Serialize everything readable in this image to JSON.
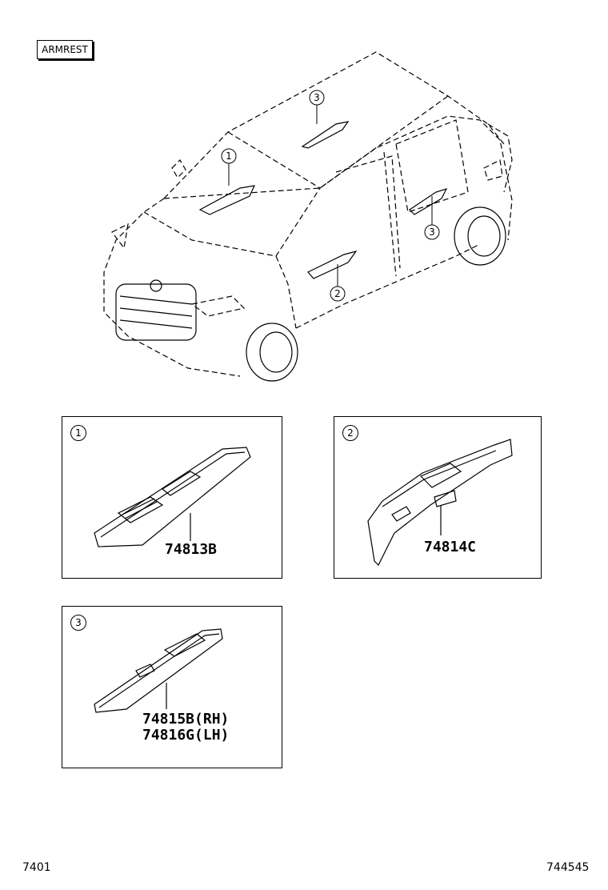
{
  "header": {
    "section_label": "ARMREST"
  },
  "callouts": {
    "c1": "1",
    "c2": "2",
    "c3a": "3",
    "c3b": "3"
  },
  "panels": [
    {
      "num": "1",
      "parts": [
        "74813B"
      ]
    },
    {
      "num": "2",
      "parts": [
        "74814C"
      ]
    },
    {
      "num": "3",
      "parts": [
        "74815B(RH)",
        "74816G(LH)"
      ]
    }
  ],
  "footer": {
    "left_code": "7401",
    "right_code": "744545"
  }
}
